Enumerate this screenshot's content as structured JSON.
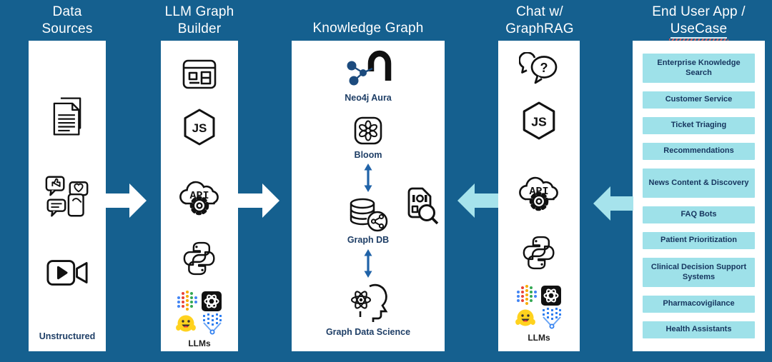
{
  "diagram": {
    "colors": {
      "background": "#15608f",
      "card": "#ffffff",
      "accent_cyan_arrow": "#a6e3ec",
      "usecase_box": "#9ee1e9",
      "navy_text": "#1e3e66",
      "flow_arrow_blue": "#2063a8",
      "white_arrow": "#ffffff"
    },
    "columns": [
      {
        "title": [
          "Data",
          "Sources"
        ],
        "icons": [
          "documents-icon",
          "social-engagement-icon",
          "video-icon"
        ],
        "footer_label": "Unstructured"
      },
      {
        "title": [
          "LLM Graph",
          "Builder"
        ],
        "icons": [
          "web-app-icon",
          "nodejs-icon",
          "api-cloud-gear-icon",
          "python-icon",
          "llm-logos"
        ],
        "footer_label": "LLMs"
      },
      {
        "title": [
          "Knowledge Graph"
        ],
        "items": [
          {
            "icon": "neo4j-aura-logo",
            "label": "Neo4j Aura"
          },
          {
            "icon": "bloom-icon",
            "label": "Bloom"
          },
          {
            "icon": "graph-db-icon",
            "label": "Graph DB"
          },
          {
            "icon": "graph-data-science-icon",
            "label": "Graph Data Science"
          }
        ],
        "side_icon": "document-search-icon"
      },
      {
        "title": [
          "Chat w/",
          "GraphRAG"
        ],
        "icons": [
          "chat-question-icon",
          "nodejs-icon",
          "api-cloud-gear-icon",
          "python-icon",
          "llm-logos"
        ],
        "footer_label": "LLMs"
      },
      {
        "title": [
          "End User App /",
          "UseCase"
        ],
        "usecases": [
          "Enterprise Knowledge Search",
          "Customer Service",
          "Ticket Triaging",
          "Recommendations",
          "News Content & Discovery",
          "FAQ Bots",
          "Patient Prioritization",
          "Clinical Decision Support Systems",
          "Pharmacovigilance",
          "Health Assistants"
        ]
      }
    ],
    "icon_texts": {
      "api": "API",
      "js": "JS",
      "question_mark": "?"
    }
  }
}
